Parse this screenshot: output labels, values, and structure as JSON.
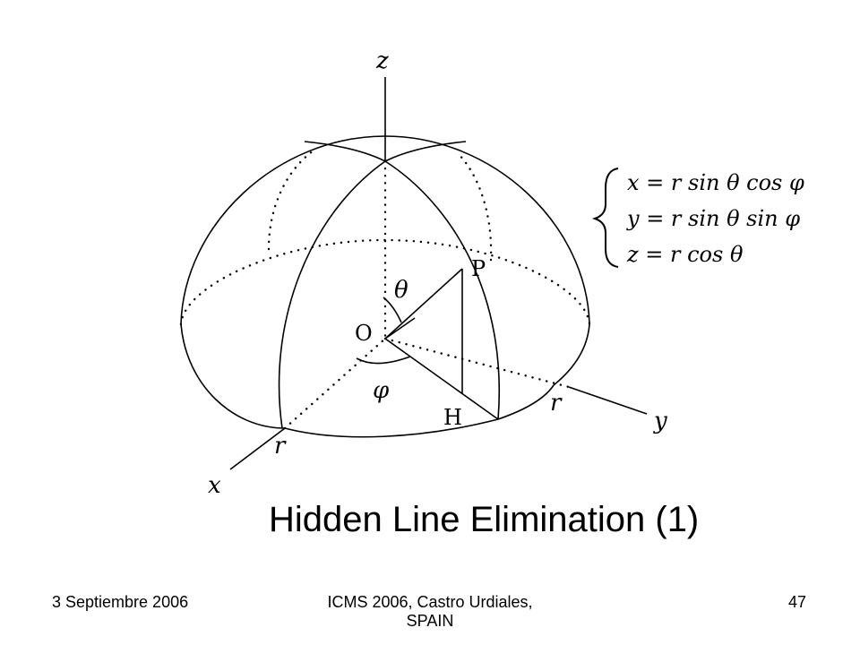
{
  "diagram": {
    "axis_labels": {
      "x": "x",
      "y": "y",
      "z": "z"
    },
    "point_labels": {
      "origin": "O",
      "point": "P",
      "projection": "H"
    },
    "angle_labels": {
      "polar": "θ",
      "azimuth": "φ"
    },
    "radius_label": "r",
    "equations": [
      "x = r sin θ cos φ",
      "y = r sin θ sin φ",
      "z = r cos θ"
    ]
  },
  "slide": {
    "title": "Hidden Line Elimination (1)"
  },
  "footer": {
    "date": "3 Septiembre 2006",
    "event_line1": "ICMS 2006, Castro Urdiales,",
    "event_line2": "SPAIN",
    "page_number": "47"
  },
  "colors": {
    "ink": "#000000",
    "background": "#ffffff"
  }
}
